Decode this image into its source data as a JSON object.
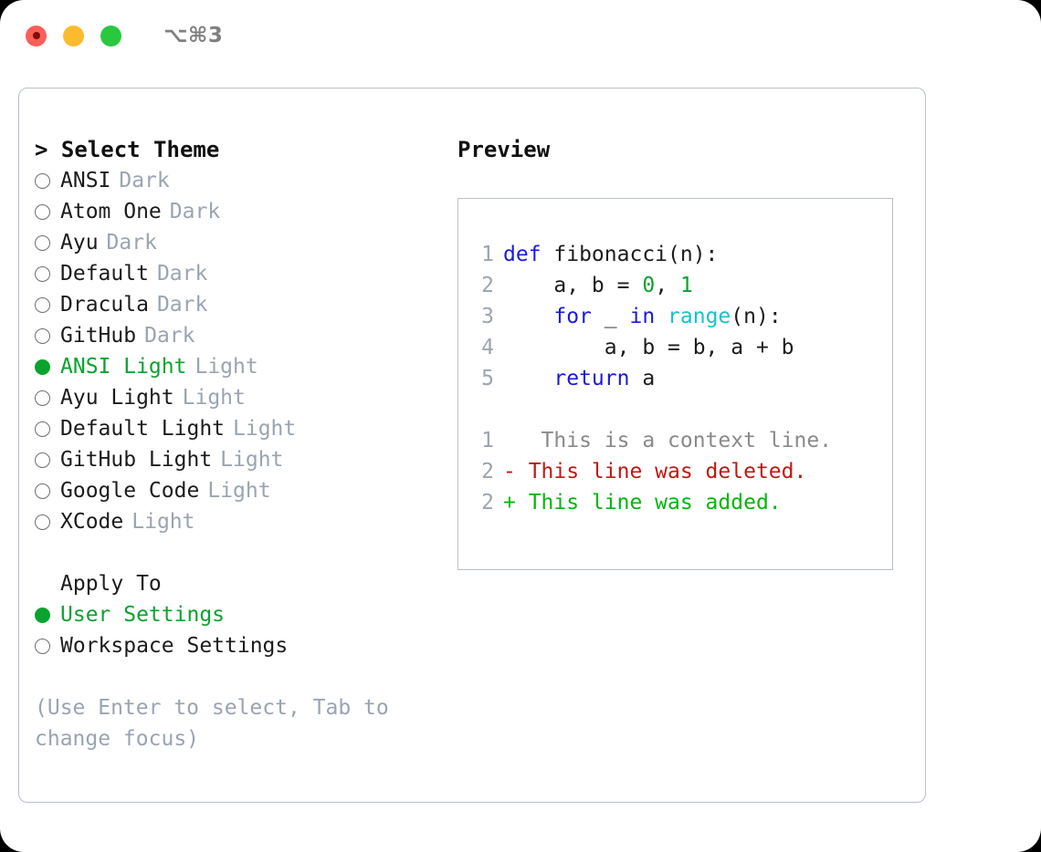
{
  "window": {
    "shortcut": "⌥⌘3",
    "traffic_lights": [
      {
        "name": "close",
        "color": "#fc5f57"
      },
      {
        "name": "minimize",
        "color": "#fcbb2e"
      },
      {
        "name": "maximize",
        "color": "#28c93f"
      }
    ]
  },
  "colors": {
    "accent_green": "#0aa32e",
    "muted_gray": "#9aa4b2",
    "border": "#b9c0ca",
    "keyword_blue": "#1a19e0",
    "function_cyan": "#14c3cd",
    "number_green": "#0aa32e",
    "diff_delete_red": "#c01813",
    "diff_add_green": "#06b50a"
  },
  "theme_panel": {
    "header": "> Select Theme",
    "items": [
      {
        "marker": "○",
        "label": "ANSI",
        "tag": "Dark",
        "selected": false
      },
      {
        "marker": "○",
        "label": "Atom One",
        "tag": "Dark",
        "selected": false
      },
      {
        "marker": "○",
        "label": "Ayu",
        "tag": "Dark",
        "selected": false
      },
      {
        "marker": "○",
        "label": "Default",
        "tag": "Dark",
        "selected": false
      },
      {
        "marker": "○",
        "label": "Dracula",
        "tag": "Dark",
        "selected": false
      },
      {
        "marker": "○",
        "label": "GitHub",
        "tag": "Dark",
        "selected": false
      },
      {
        "marker": "●",
        "label": "ANSI Light",
        "tag": "Light",
        "selected": true
      },
      {
        "marker": "○",
        "label": "Ayu Light",
        "tag": "Light",
        "selected": false
      },
      {
        "marker": "○",
        "label": "Default Light",
        "tag": "Light",
        "selected": false
      },
      {
        "marker": "○",
        "label": "GitHub Light",
        "tag": "Light",
        "selected": false
      },
      {
        "marker": "○",
        "label": "Google Code",
        "tag": "Light",
        "selected": false
      },
      {
        "marker": "○",
        "label": "XCode",
        "tag": "Light",
        "selected": false
      }
    ],
    "apply_to": {
      "header": "Apply To",
      "options": [
        {
          "marker": "●",
          "label": "User Settings",
          "selected": true
        },
        {
          "marker": "○",
          "label": "Workspace Settings",
          "selected": false
        }
      ]
    },
    "hint": "(Use Enter to select, Tab to change focus)"
  },
  "preview_panel": {
    "header": "Preview",
    "code_lines": [
      {
        "number": "1",
        "tokens": [
          {
            "text": "def ",
            "type": "kw"
          },
          {
            "text": "fibonacci(n):",
            "type": "plain"
          }
        ]
      },
      {
        "number": "2",
        "tokens": [
          {
            "text": "    a, b = ",
            "type": "plain"
          },
          {
            "text": "0",
            "type": "num"
          },
          {
            "text": ", ",
            "type": "plain"
          },
          {
            "text": "1",
            "type": "num"
          }
        ]
      },
      {
        "number": "3",
        "tokens": [
          {
            "text": "    ",
            "type": "plain"
          },
          {
            "text": "for",
            "type": "kw"
          },
          {
            "text": " _ ",
            "type": "plain"
          },
          {
            "text": "in",
            "type": "kw"
          },
          {
            "text": " ",
            "type": "plain"
          },
          {
            "text": "range",
            "type": "fn"
          },
          {
            "text": "(n):",
            "type": "plain"
          }
        ]
      },
      {
        "number": "4",
        "tokens": [
          {
            "text": "        a, b = b, a + b",
            "type": "plain"
          }
        ]
      },
      {
        "number": "5",
        "tokens": [
          {
            "text": "    ",
            "type": "plain"
          },
          {
            "text": "return",
            "type": "kw"
          },
          {
            "text": " a",
            "type": "plain"
          }
        ]
      }
    ],
    "diff_lines": [
      {
        "number": "1",
        "sign": " ",
        "text": "  This is a context line.",
        "kind": "context"
      },
      {
        "number": "2",
        "sign": "-",
        "text": " This line was deleted.",
        "kind": "delete"
      },
      {
        "number": "2",
        "sign": "+",
        "text": " This line was added.",
        "kind": "add"
      }
    ]
  }
}
